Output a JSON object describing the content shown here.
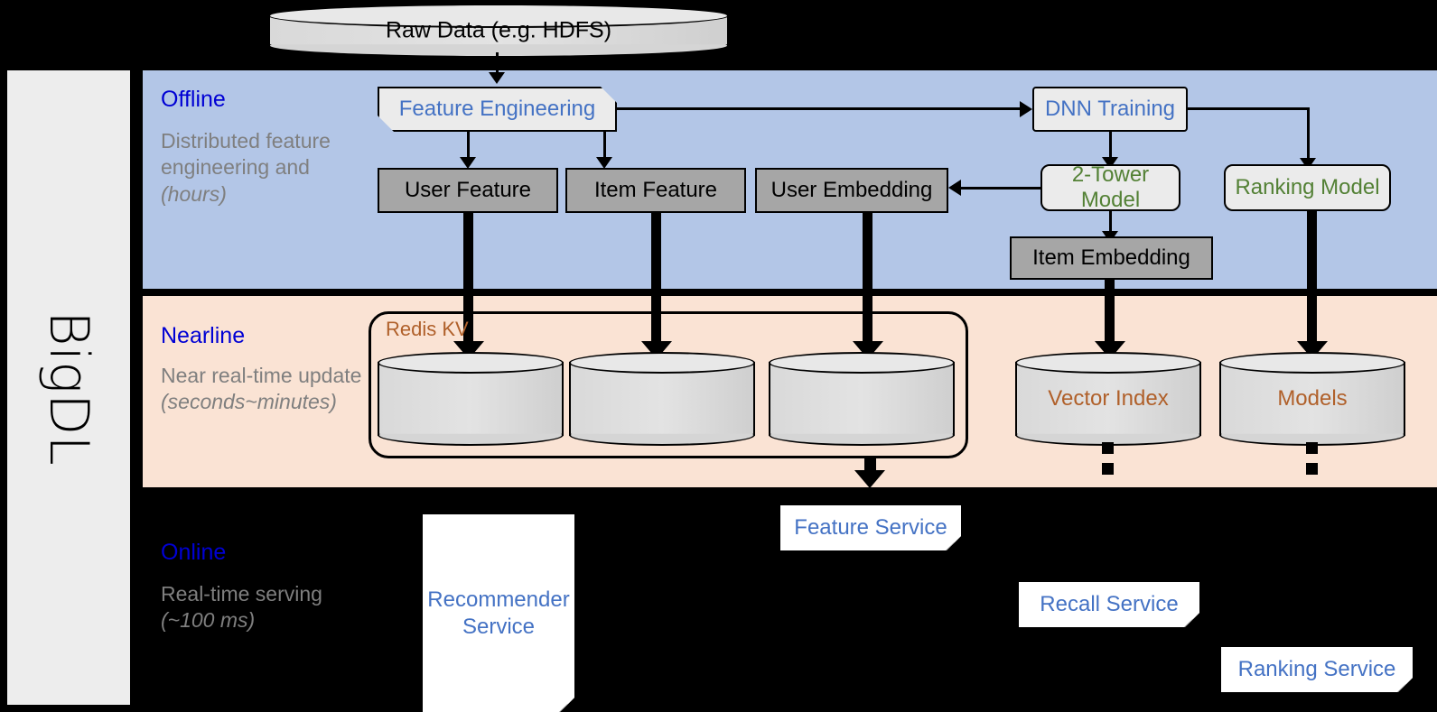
{
  "diagram": {
    "framework_label": "BigDL",
    "layers": [
      {
        "name": "offline",
        "title": "Offline",
        "desc": "Distributed feature engineering and ",
        "desc_em": "(hours)"
      },
      {
        "name": "nearline",
        "title": "Nearline",
        "desc": "Near real-time update ",
        "desc_em": "(seconds~minutes)"
      },
      {
        "name": "online",
        "title": "Online",
        "desc": "Real-time serving ",
        "desc_em": "(~100 ms)"
      }
    ],
    "source": {
      "label": "Raw Data (e.g. HDFS)"
    },
    "offline_nodes": {
      "feature_engineering": "Feature Engineering",
      "dnn_training": "DNN Training",
      "user_feature": "User Feature",
      "item_feature": "Item Feature",
      "user_embedding": "User Embedding",
      "two_tower_model": "2-Tower Model",
      "ranking_model": "Ranking Model",
      "item_embedding": "Item Embedding"
    },
    "nearline_nodes": {
      "redis_kv": "Redis KV",
      "store_1": "",
      "store_2": "",
      "store_3": "",
      "vector_index": "Vector Index",
      "models": "Models"
    },
    "online_nodes": {
      "recommender_service": "Recommender Service",
      "feature_service": "Feature Service",
      "recall_service": "Recall Service",
      "ranking_service": "Ranking Service"
    },
    "colors": {
      "offline_band": "#b3c6e7",
      "nearline_band": "#fae3d4",
      "online_band": "#000000",
      "layer_title": "#0000d4",
      "layer_desc": "#7f7f7f",
      "process_blue": "#4472c4",
      "model_green": "#538135",
      "store_brown": "#b0602a",
      "data_box_gray": "#a6a6a6",
      "rail_gray": "#ededed"
    }
  }
}
